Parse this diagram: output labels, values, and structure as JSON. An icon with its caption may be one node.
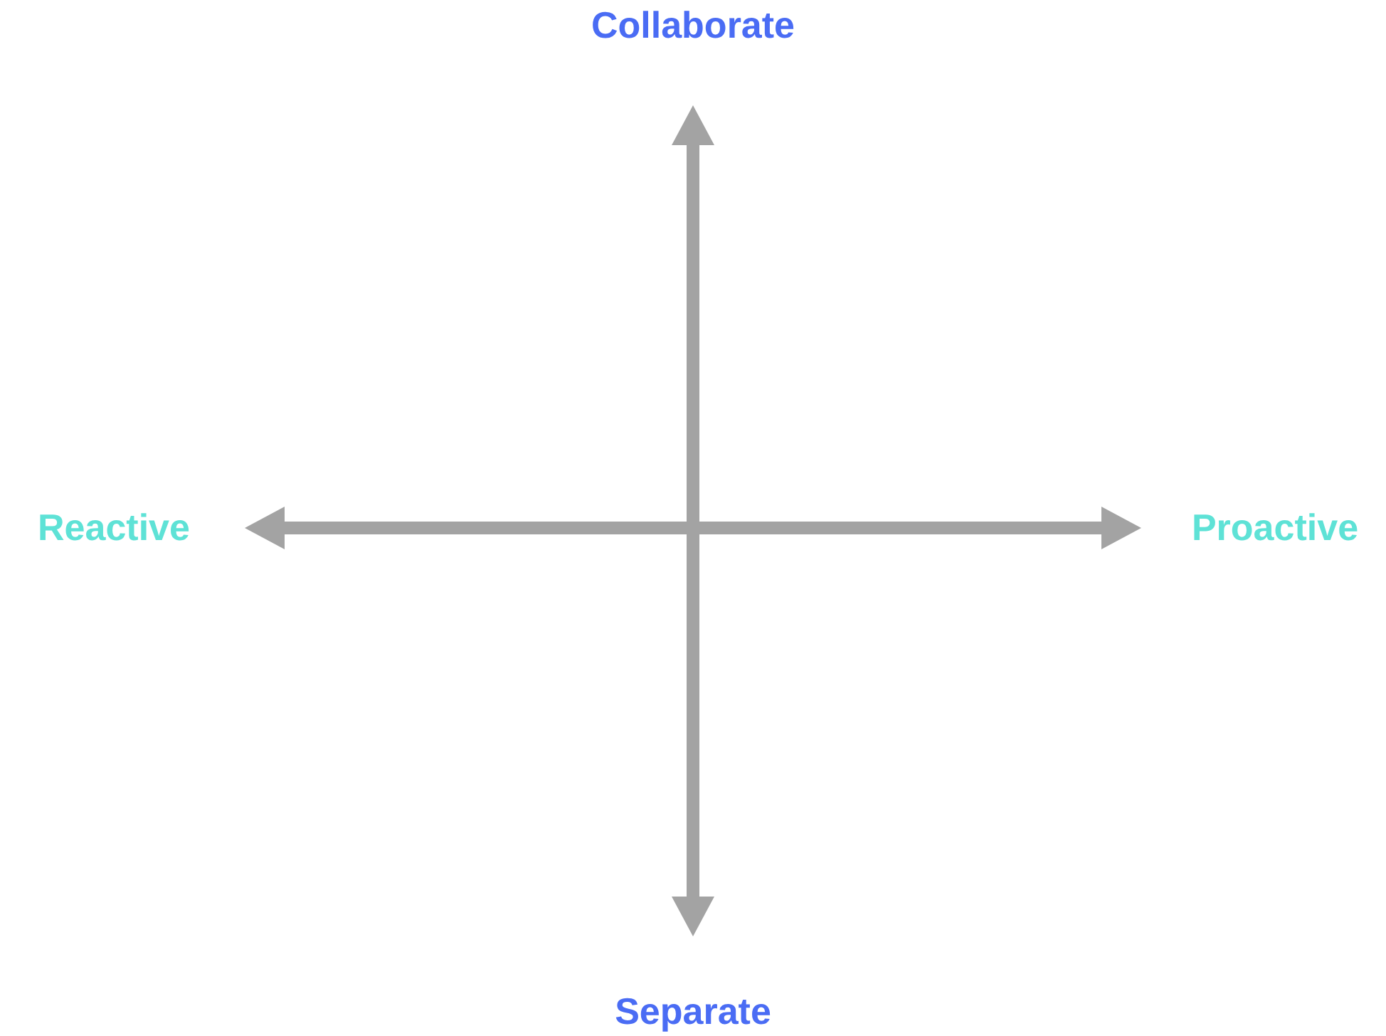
{
  "diagram": {
    "labels": [
      "Collaborate",
      "Reactive",
      "Proactive",
      "Separate"
    ]
  }
}
